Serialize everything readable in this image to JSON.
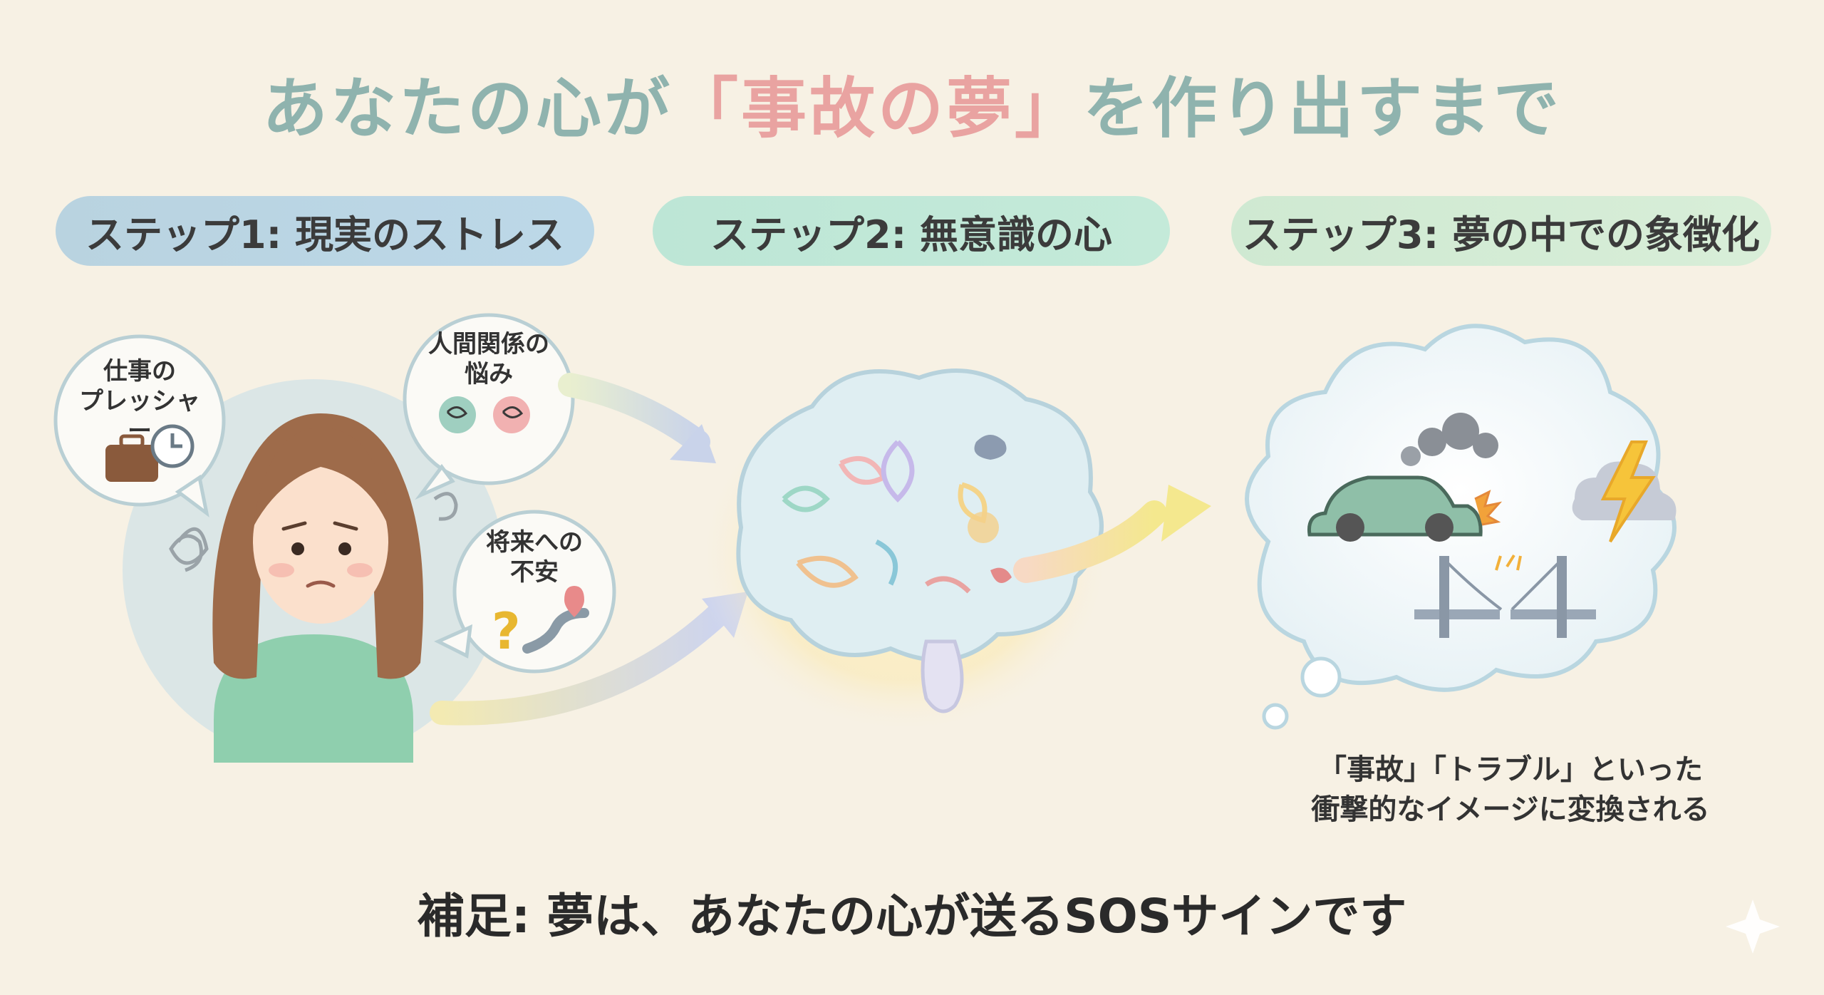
{
  "title": {
    "prefix": "あなたの心が",
    "highlight": "「事故の夢」",
    "suffix": "を作り出すまで"
  },
  "steps": [
    {
      "label": "ステップ1: 現実のストレス"
    },
    {
      "label": "ステップ2: 無意識の心"
    },
    {
      "label": "ステップ3: 夢の中での象徴化"
    }
  ],
  "stress_bubbles": {
    "work": "仕事の\nプレッシャー",
    "relationships": "人間関係の\n悩み",
    "future": "将来への\n不安"
  },
  "dream_caption": "「事故」「トラブル」といった\n衝撃的なイメージに変換される",
  "note": "補足: 夢は、あなたの心が送るSOSサインです",
  "colors": {
    "background": "#f7f1e4",
    "title": "#8fb3ae",
    "title_accent": "#e9a3a1",
    "step1": "#b9d3e0",
    "step2": "#bde6d6",
    "step3": "#cfe9d2"
  }
}
